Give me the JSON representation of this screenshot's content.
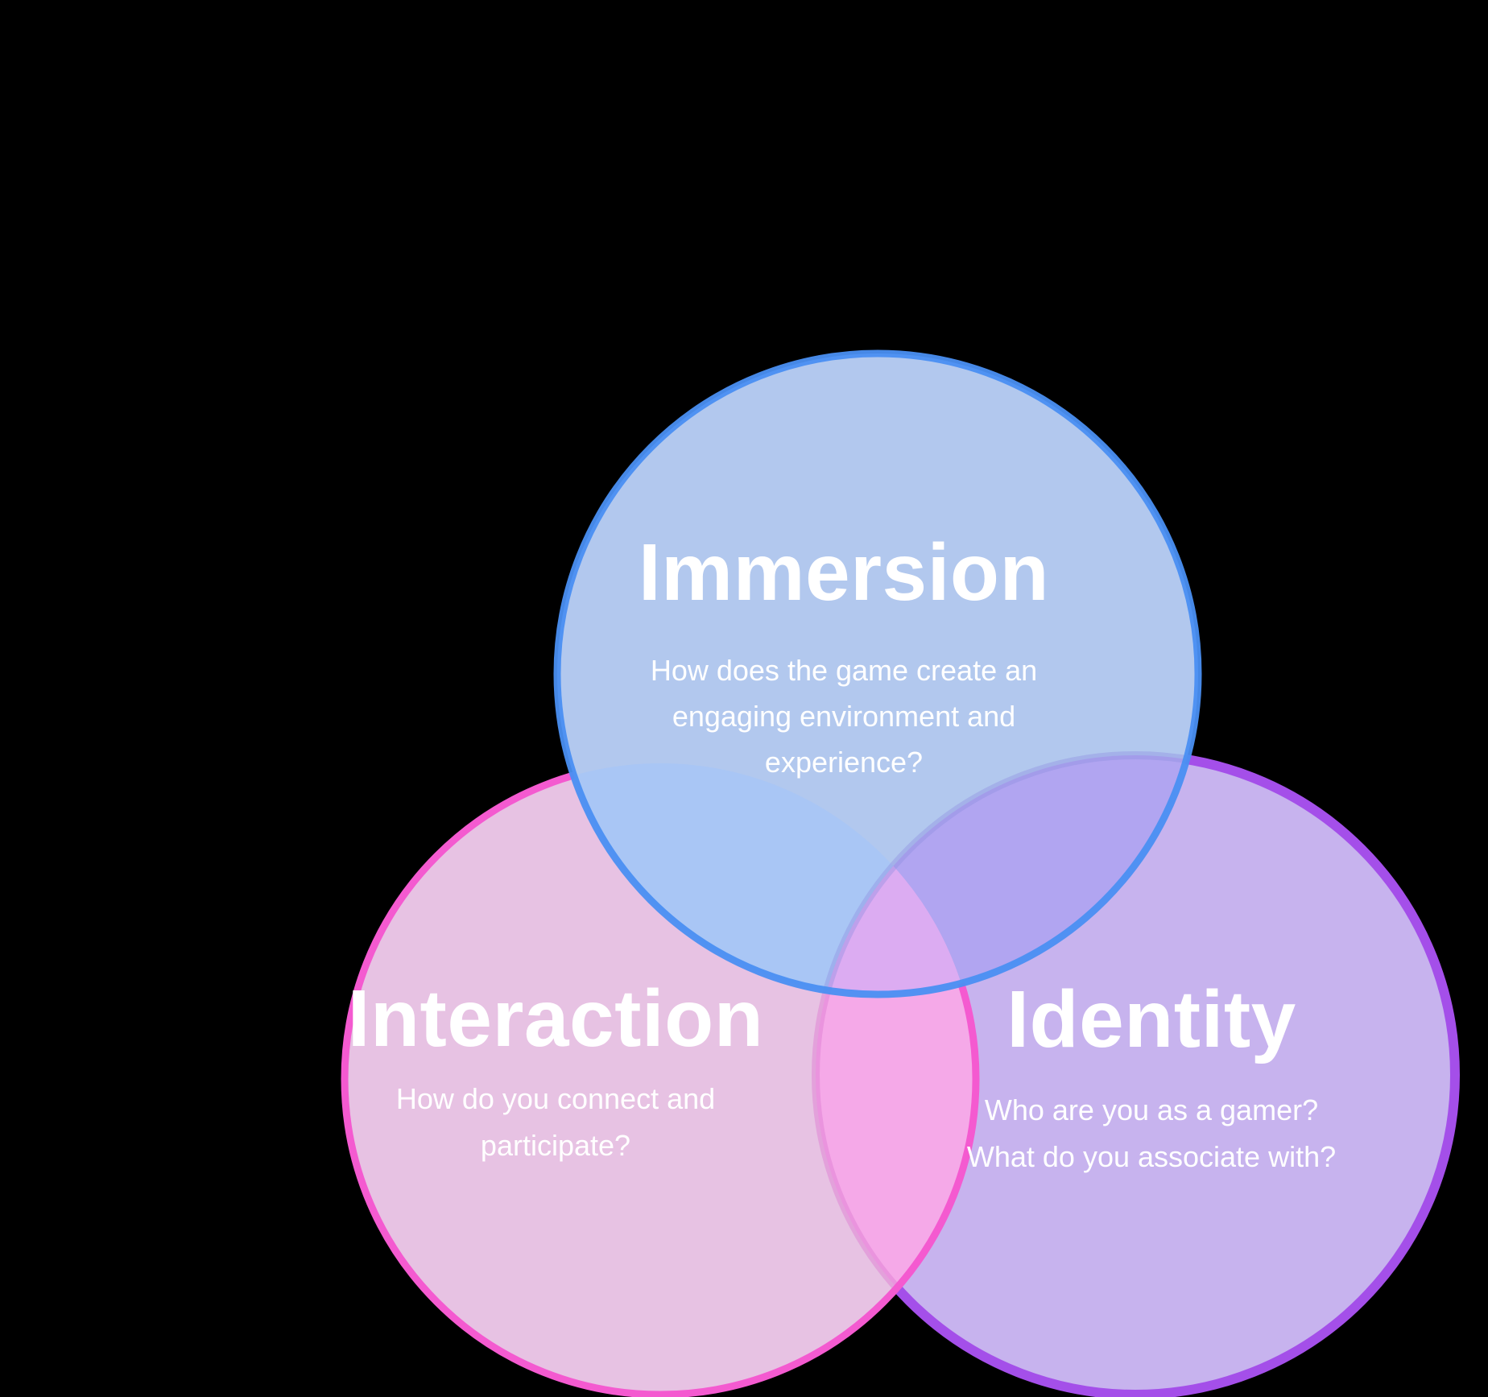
{
  "canvas": {
    "background_color": "#000000",
    "text_color": "#ffffff"
  },
  "diagram": {
    "type": "venn-3-circles",
    "circles": [
      {
        "id": "immersion",
        "label": "Immersion",
        "question_lines": [
          "How does the game create an",
          "engaging environment and",
          "experience?"
        ],
        "fill_color": "#b2c8ee",
        "stroke_color": "#4a8ff2"
      },
      {
        "id": "interaction",
        "label": "Interaction",
        "question_lines": [
          "How do you connect and",
          "participate?"
        ],
        "fill_color": "#e7c2e3",
        "stroke_color": "#f45ad0"
      },
      {
        "id": "identity",
        "label": "Identity",
        "question_lines": [
          "Who are you as a gamer?",
          "What do you associate with?"
        ],
        "fill_color": "#c7b3ee",
        "stroke_color": "#a44fe9"
      }
    ],
    "overlaps": {
      "immersion_interaction": "#a9c6f5",
      "immersion_identity": "#b1a5f1",
      "interaction_identity": "#f5a9e8",
      "all_three": "#dcacf2"
    },
    "muted_edges": {
      "identity_under_interaction": "#e07fd4",
      "identity_under_immersion": "#8f8fe0"
    }
  }
}
